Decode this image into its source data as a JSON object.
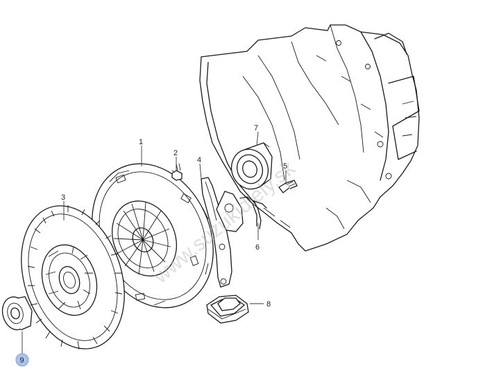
{
  "watermark": "www.suzukidiely.sk",
  "parts": [
    {
      "number": "1",
      "highlighted": false
    },
    {
      "number": "2",
      "highlighted": false
    },
    {
      "number": "3",
      "highlighted": false
    },
    {
      "number": "4",
      "highlighted": false
    },
    {
      "number": "5",
      "highlighted": false
    },
    {
      "number": "6",
      "highlighted": false
    },
    {
      "number": "7",
      "highlighted": false
    },
    {
      "number": "8",
      "highlighted": false
    },
    {
      "number": "9",
      "highlighted": true
    }
  ],
  "colors": {
    "line": "#1a1a1a",
    "highlight": "#a8c4ec",
    "watermark": "#b8b8b8"
  }
}
